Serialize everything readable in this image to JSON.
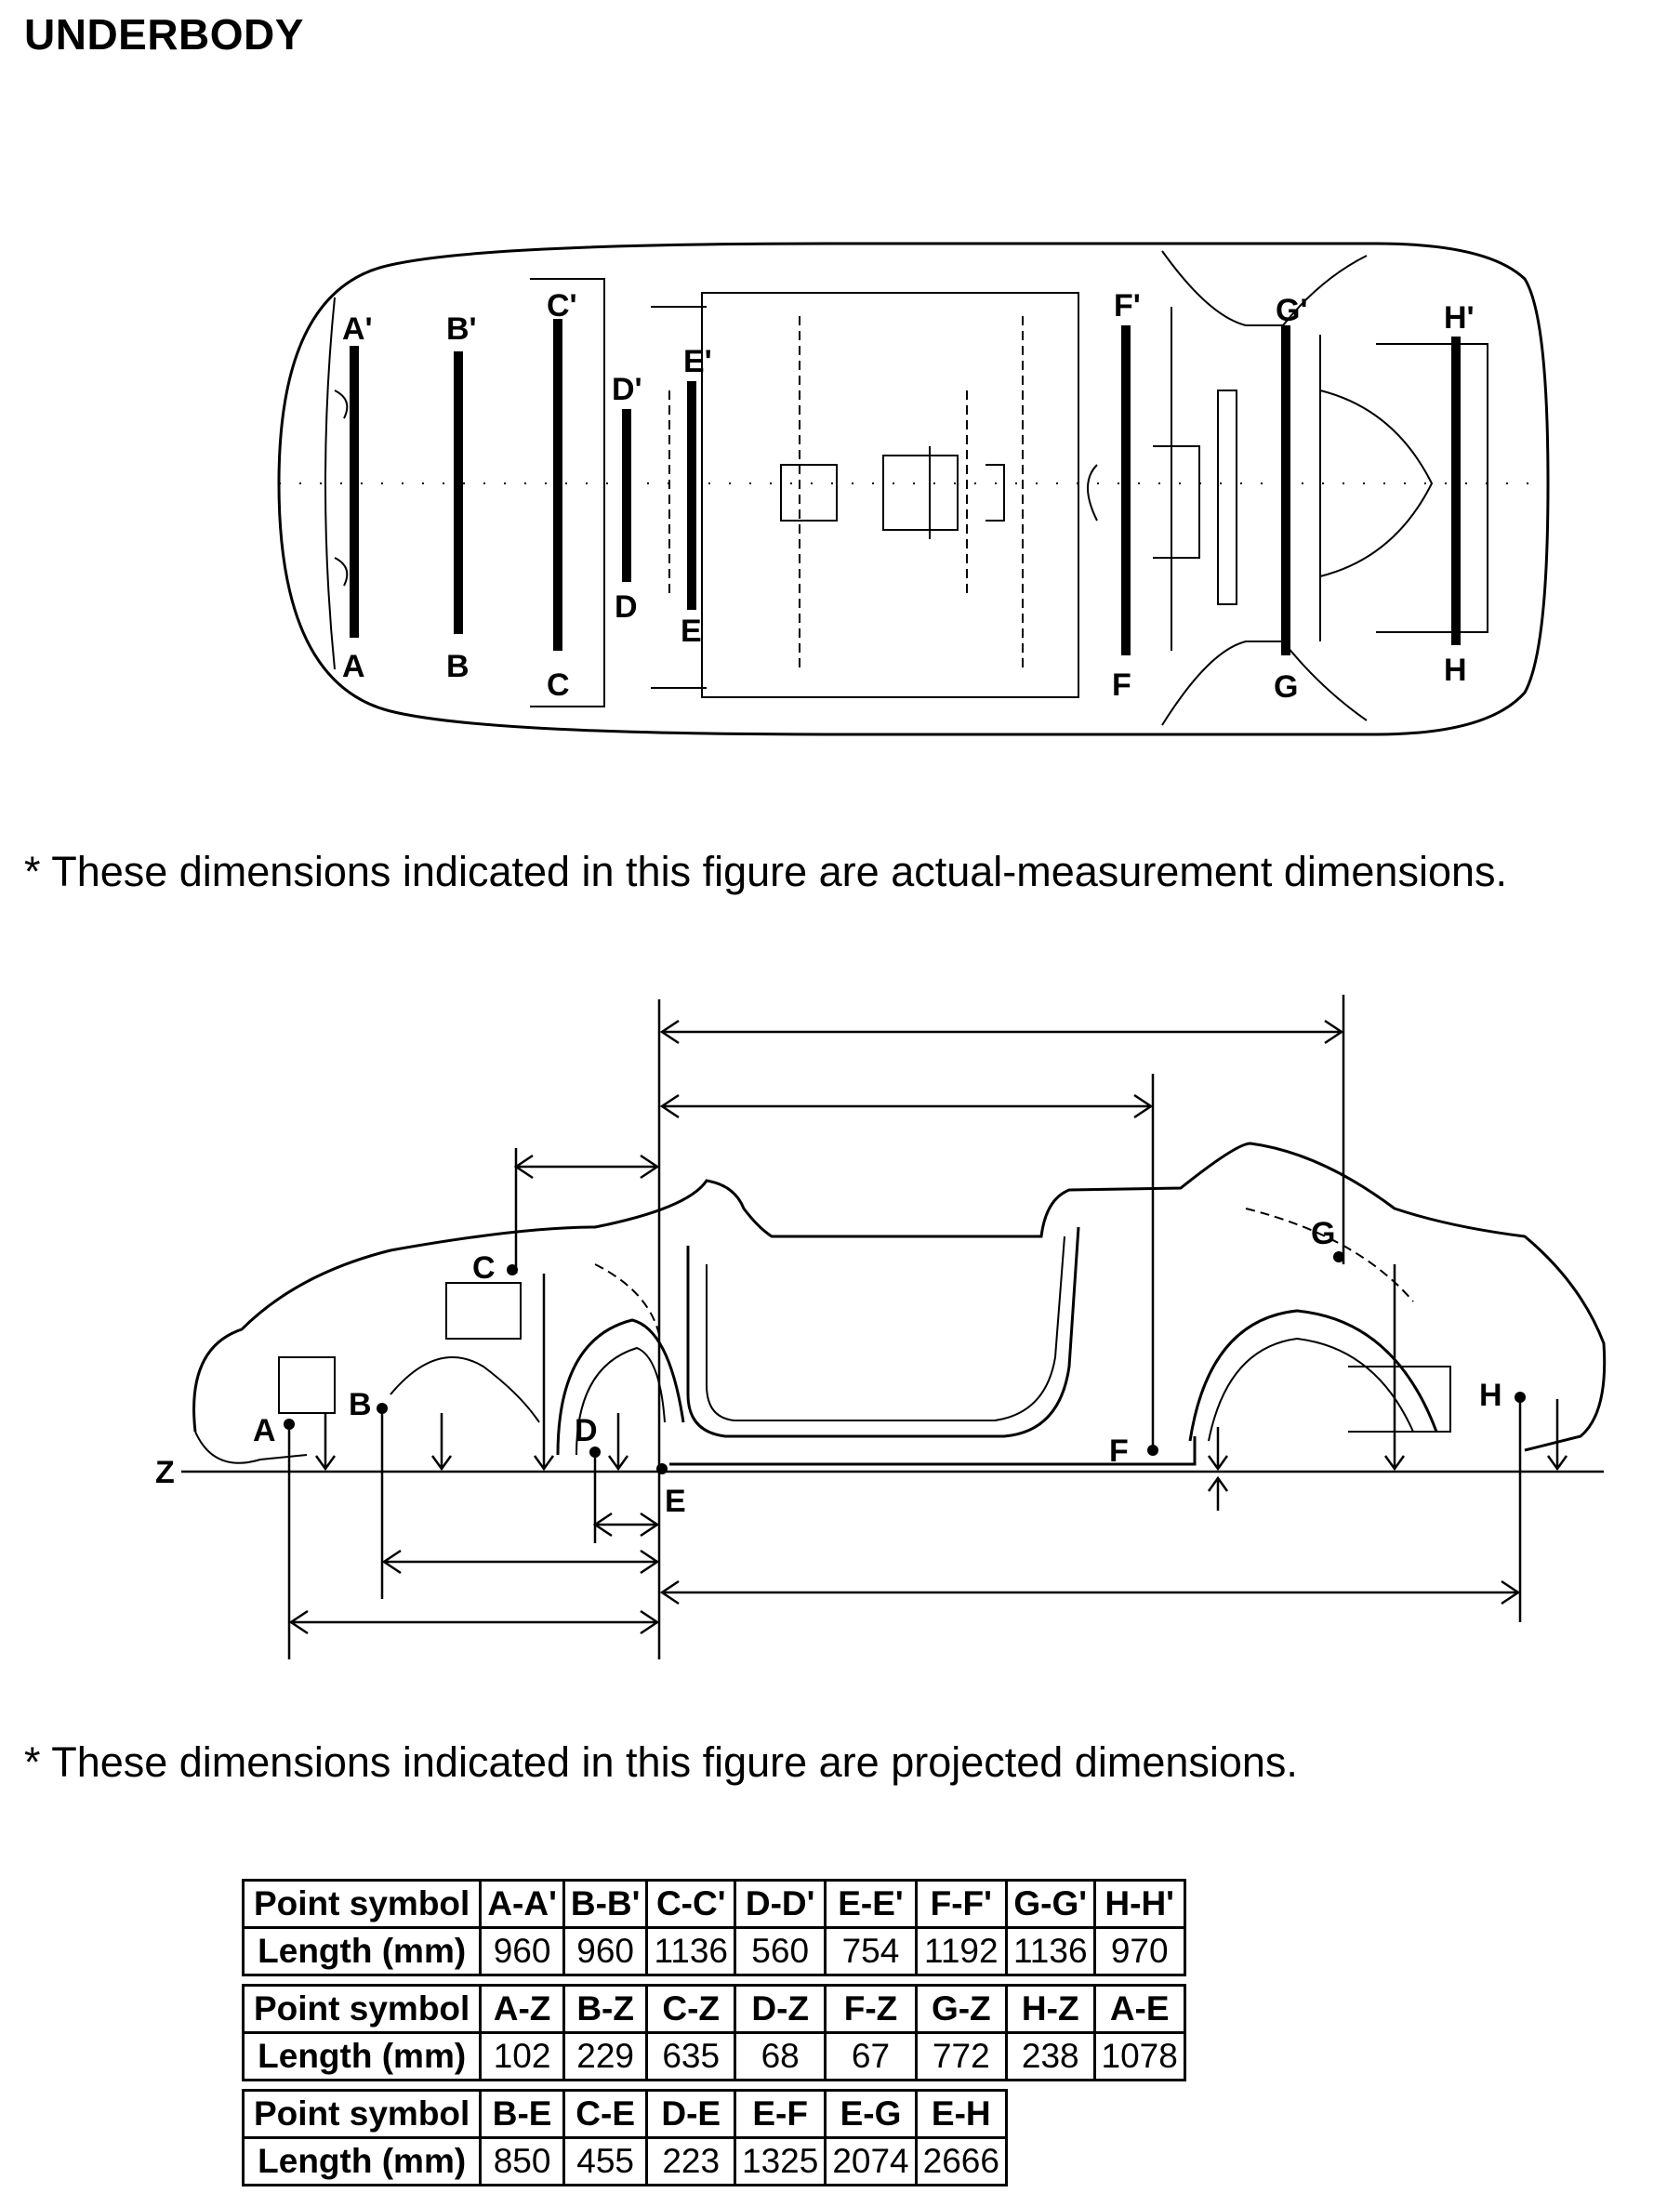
{
  "title": "UNDERBODY",
  "notes": {
    "top": "* These dimensions indicated in this figure are actual-measurement dimensions.",
    "side": "* These dimensions indicated in this figure are projected dimensions."
  },
  "top_view_labels": {
    "A_prime": "A'",
    "B_prime": "B'",
    "C_prime": "C'",
    "D_prime": "D'",
    "E_prime": "E'",
    "F_prime": "F'",
    "G_prime": "G'",
    "H_prime": "H'",
    "A": "A",
    "B": "B",
    "C": "C",
    "D": "D",
    "E": "E",
    "F": "F",
    "G": "G",
    "H": "H"
  },
  "side_view_labels": {
    "A": "A",
    "B": "B",
    "C": "C",
    "D": "D",
    "E": "E",
    "F": "F",
    "G": "G",
    "H": "H",
    "Z": "Z"
  },
  "table": {
    "header": "Point symbol",
    "length_label": "Length (mm)",
    "groups": [
      {
        "symbols": [
          "A-A'",
          "B-B'",
          "C-C'",
          "D-D'",
          "E-E'",
          "F-F'",
          "G-G'",
          "H-H'"
        ],
        "lengths": [
          "960",
          "960",
          "1136",
          "560",
          "754",
          "1192",
          "1136",
          "970"
        ]
      },
      {
        "symbols": [
          "A-Z",
          "B-Z",
          "C-Z",
          "D-Z",
          "F-Z",
          "G-Z",
          "H-Z",
          "A-E"
        ],
        "lengths": [
          "102",
          "229",
          "635",
          "68",
          "67",
          "772",
          "238",
          "1078"
        ]
      },
      {
        "symbols": [
          "B-E",
          "C-E",
          "D-E",
          "E-F",
          "E-G",
          "E-H"
        ],
        "lengths": [
          "850",
          "455",
          "223",
          "1325",
          "2074",
          "2666"
        ]
      }
    ]
  }
}
